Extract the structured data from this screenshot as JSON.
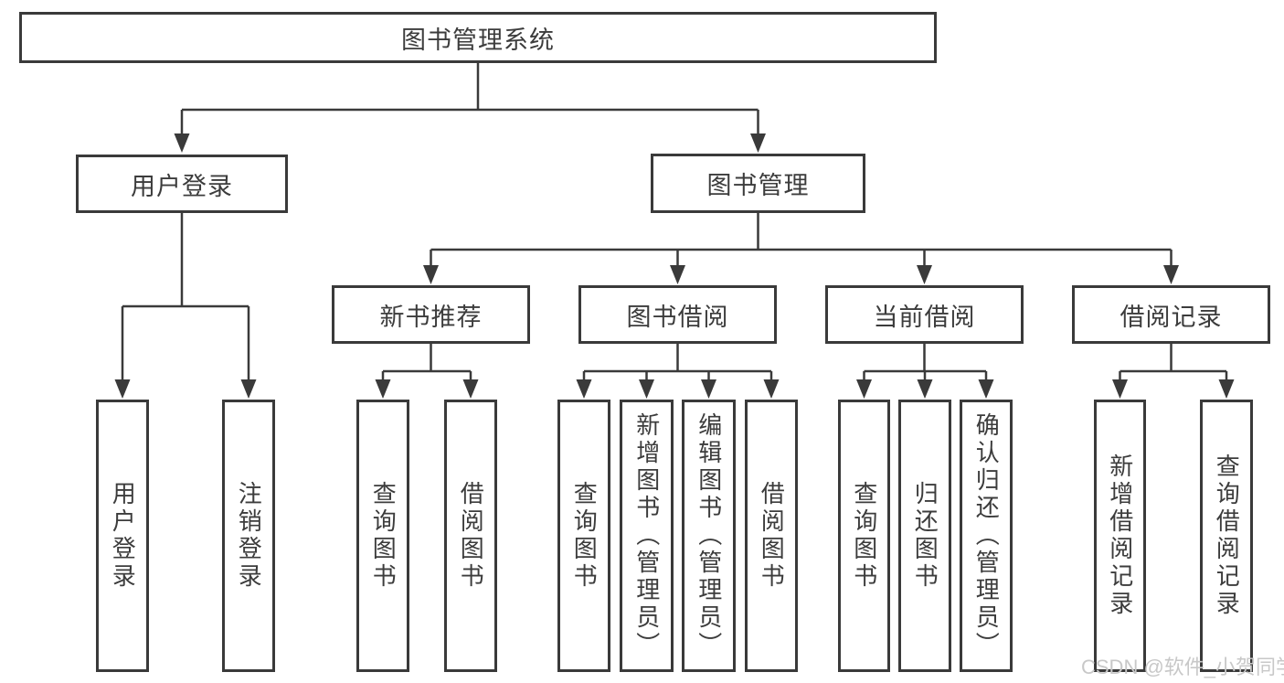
{
  "diagram": {
    "root": {
      "label": "图书管理系统"
    },
    "level2": {
      "user_login": {
        "label": "用户登录"
      },
      "book_management": {
        "label": "图书管理"
      }
    },
    "level3": {
      "new_book_recommend": {
        "label": "新书推荐"
      },
      "book_borrowing": {
        "label": "图书借阅"
      },
      "current_borrowing": {
        "label": "当前借阅"
      },
      "borrowing_records": {
        "label": "借阅记录"
      }
    },
    "leaves": {
      "user_login": {
        "label": "用户登录"
      },
      "logout": {
        "label": "注销登录"
      },
      "nb_query_books": {
        "label": "查询图书"
      },
      "nb_borrow_books": {
        "label": "借阅图书"
      },
      "bb_query_books": {
        "label": "查询图书"
      },
      "bb_add_books": {
        "label": "新增图书（管理员）"
      },
      "bb_edit_books": {
        "label": "编辑图书（管理员）"
      },
      "bb_borrow_books": {
        "label": "借阅图书"
      },
      "cb_query_books": {
        "label": "查询图书"
      },
      "cb_return_books": {
        "label": "归还图书"
      },
      "cb_confirm_return": {
        "label": "确认归还（管理员）"
      },
      "br_add_record": {
        "label": "新增借阅记录"
      },
      "br_query_record": {
        "label": "查询借阅记录"
      }
    },
    "watermark": "CSDN @软件_小贺同学",
    "colors": {
      "line": "#3a3a3a",
      "text": "#3c3c3c",
      "watermark": "#c8c8c8",
      "background": "#ffffff"
    }
  }
}
